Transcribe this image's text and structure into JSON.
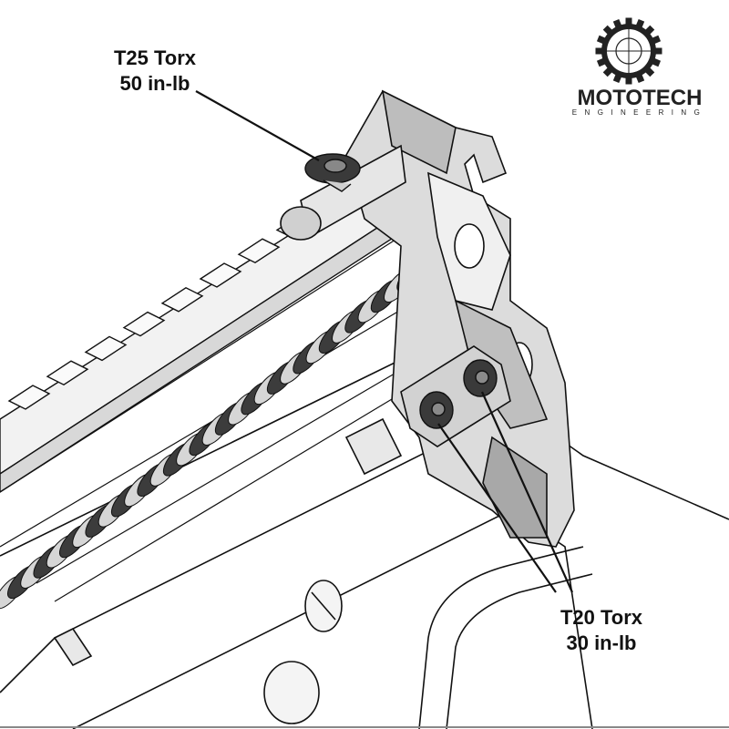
{
  "callouts": {
    "t25": {
      "line1": "T25 Torx",
      "line2": "50 in-lb"
    },
    "t20": {
      "line1": "T20 Torx",
      "line2": "30 in-lb"
    }
  },
  "logo": {
    "name": "MOTOTECH",
    "subtitle": "ENGINEERING",
    "icon": "gear-crosshair-icon"
  },
  "colors": {
    "line": "#111111",
    "shade_dark": "#9a9a9a",
    "shade_mid": "#c8c8c8",
    "shade_light": "#ececec",
    "screw": "#3a3a3a"
  }
}
